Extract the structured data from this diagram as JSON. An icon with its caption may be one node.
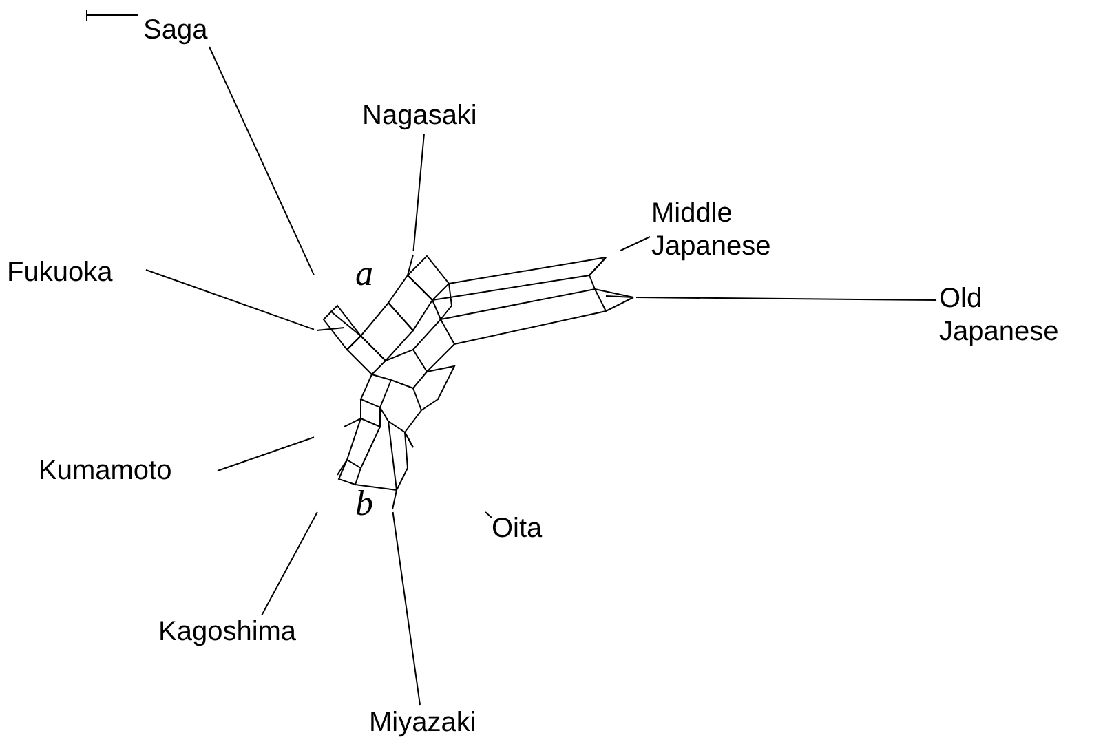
{
  "diagram": {
    "nodes": [
      {
        "text": [
          "Saga"
        ]
      },
      {
        "text": [
          "Nagasaki"
        ]
      },
      {
        "text": [
          "Middle Japanese"
        ]
      },
      {
        "text": [
          "Fukuoka"
        ]
      },
      {
        "text": [
          "Old Japanese"
        ]
      },
      {
        "text": [
          "Kumamoto"
        ]
      },
      {
        "text": [
          "Oita"
        ]
      },
      {
        "text": [
          "Kagoshima"
        ]
      },
      {
        "text": [
          "Miyazaki"
        ]
      },
      {
        "text": [],
        "shape": "network"
      }
    ],
    "edges": [
      {
        "from": 0,
        "to": 9,
        "arrow": "none"
      },
      {
        "from": 1,
        "to": 9,
        "arrow": "none"
      },
      {
        "from": 2,
        "to": 9,
        "arrow": "none"
      },
      {
        "from": 3,
        "to": 9,
        "arrow": "none"
      },
      {
        "from": 4,
        "to": 9,
        "arrow": "none"
      },
      {
        "from": 5,
        "to": 9,
        "arrow": "none"
      },
      {
        "from": 6,
        "to": 9,
        "arrow": "none"
      },
      {
        "from": 7,
        "to": 9,
        "arrow": "none"
      },
      {
        "from": 8,
        "to": 9,
        "arrow": "none"
      }
    ],
    "labels": [
      "a",
      "b"
    ]
  }
}
